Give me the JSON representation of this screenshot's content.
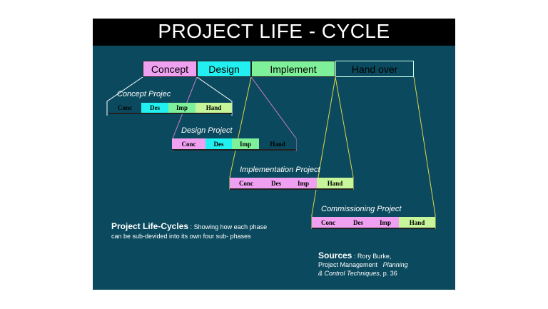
{
  "title": "PROJECT LIFE - CYCLE",
  "colors": {
    "conc": "#f0a0f0",
    "des": "#22f0f0",
    "imp": "#7ff09a",
    "hand": "#0b4a5e",
    "hand_sub": "#c6f59a",
    "background": "#0b4a5e",
    "header": "#000000",
    "pink_line": "#d07ad0",
    "yellow_line": "#e0d24a",
    "white_line": "#ffffff"
  },
  "main_phases": [
    "Concept",
    "Design",
    "Implement",
    "Hand over"
  ],
  "sub_phases": [
    "Conc",
    "Des",
    "Imp",
    "Hand"
  ],
  "sub_projects": [
    "Concept Projec",
    "Design Project",
    "Implementation Project",
    "Commissioning Project"
  ],
  "caption": {
    "heading": "Project Life-Cycles",
    "separator": " : ",
    "line1": "Showing how each phase",
    "line2": "can be sub-devided into its own four sub- phases"
  },
  "sources": {
    "heading": "Sources",
    "separator": " : ",
    "author": "Rory Burke,",
    "book_a": "Project Management",
    "book_b": "Planning",
    "book_c": "& Control Techniques",
    "page": ", p. 36"
  }
}
